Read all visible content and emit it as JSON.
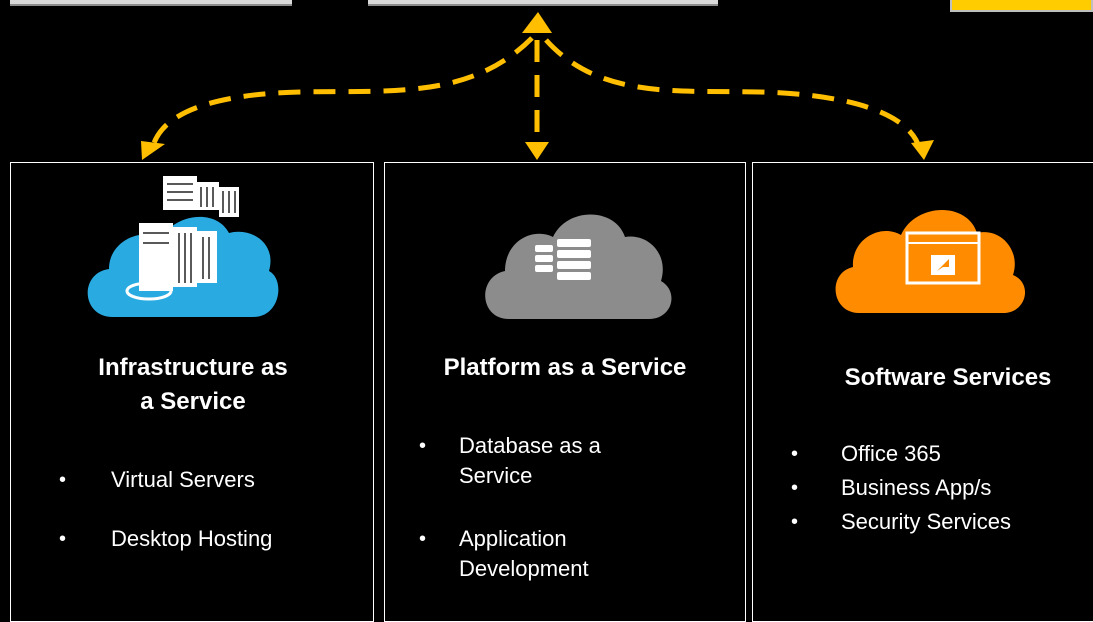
{
  "colors": {
    "background": "#000000",
    "arrow": "#ffbf00",
    "iaas_cloud": "#29abe2",
    "paas_cloud": "#8c8c8c",
    "saas_cloud": "#ff8c00",
    "panel_border": "#ffffff"
  },
  "panels": [
    {
      "icon": "cloud-servers-icon",
      "title": "Infrastructure as\na Service",
      "items": [
        "Virtual Servers",
        "Desktop Hosting"
      ]
    },
    {
      "icon": "cloud-database-icon",
      "title": "Platform as a Service",
      "items": [
        "Database as a\nService",
        "Application\nDevelopment"
      ]
    },
    {
      "icon": "cloud-app-window-icon",
      "title": "Software  Services",
      "items": [
        "Office 365",
        "Business  App/s",
        "Security Services"
      ]
    }
  ],
  "bullet": "•"
}
